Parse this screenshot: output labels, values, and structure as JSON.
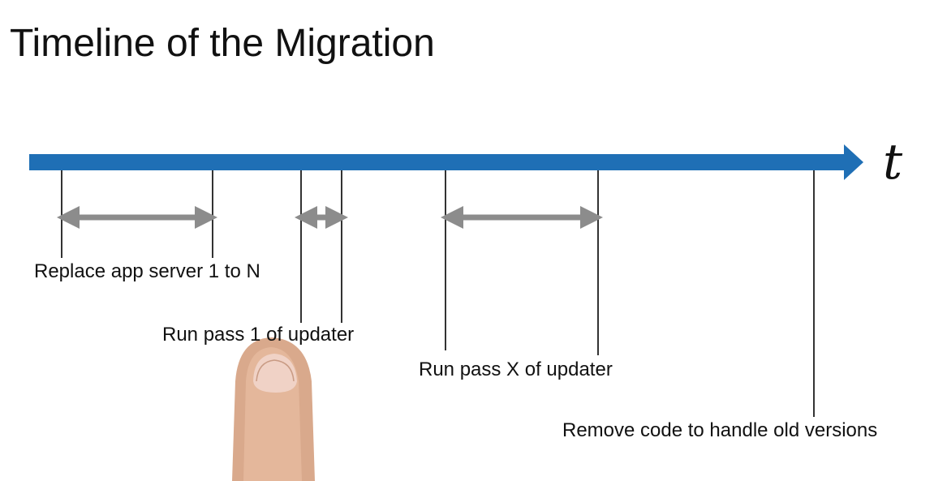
{
  "slide": {
    "title": "Timeline of the Migration"
  },
  "timeline": {
    "axis_label": "t",
    "axis_color": "#1f6fb5",
    "marker_color": "#333333",
    "span_color": "#8c8c8c",
    "events": [
      {
        "label": "Replace app server 1 to N"
      },
      {
        "label": "Run pass 1 of updater"
      },
      {
        "label": "Run pass X of updater"
      },
      {
        "label": "Remove code to handle old versions"
      }
    ]
  }
}
